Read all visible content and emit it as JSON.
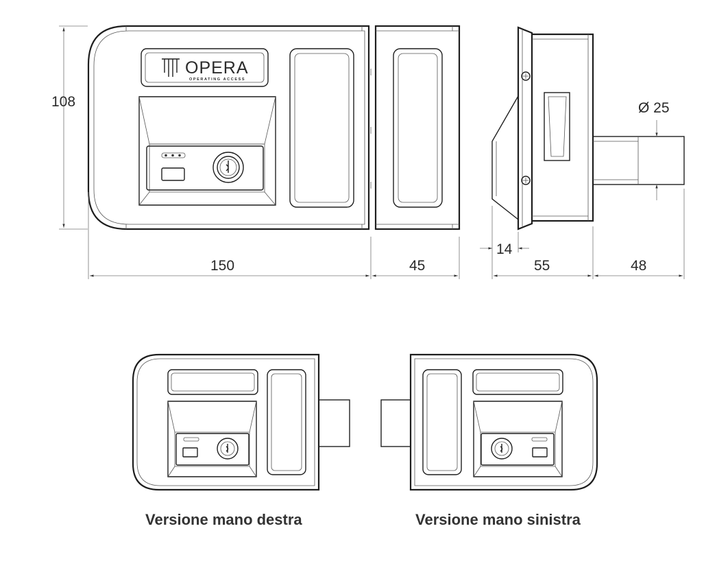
{
  "brand": {
    "name": "OPERA",
    "tagline": "OPERATING ACCESS"
  },
  "dimensions": {
    "height": "108",
    "width_body": "150",
    "width_keeper": "45",
    "side_offset": "14",
    "side_depth": "55",
    "bolt_length": "48",
    "bolt_diameter": "Ø 25"
  },
  "captions": {
    "right_hand": "Versione mano destra",
    "left_hand": "Versione mano sinistra"
  }
}
